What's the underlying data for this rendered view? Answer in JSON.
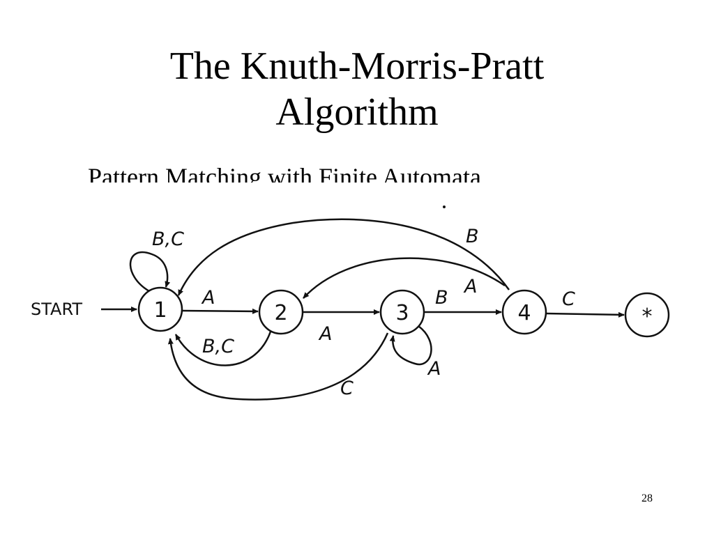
{
  "title": {
    "line1": "The Knuth-Morris-Pratt",
    "line2": "Algorithm"
  },
  "subtitle": "Pattern Matching with Finite Automata",
  "page_number": "28",
  "diagram": {
    "start_label": "START",
    "states": [
      "1",
      "2",
      "3",
      "4",
      "*"
    ],
    "edge_labels": {
      "loop_1": "B,C",
      "e_1_2": "A",
      "e_2_1": "B,C",
      "e_2_3": "A",
      "e_3_4": "B",
      "loop_3": "A",
      "e_3_1": "C",
      "e_4_1": "B",
      "e_4_2": "A",
      "e_4_accept": "C"
    }
  }
}
